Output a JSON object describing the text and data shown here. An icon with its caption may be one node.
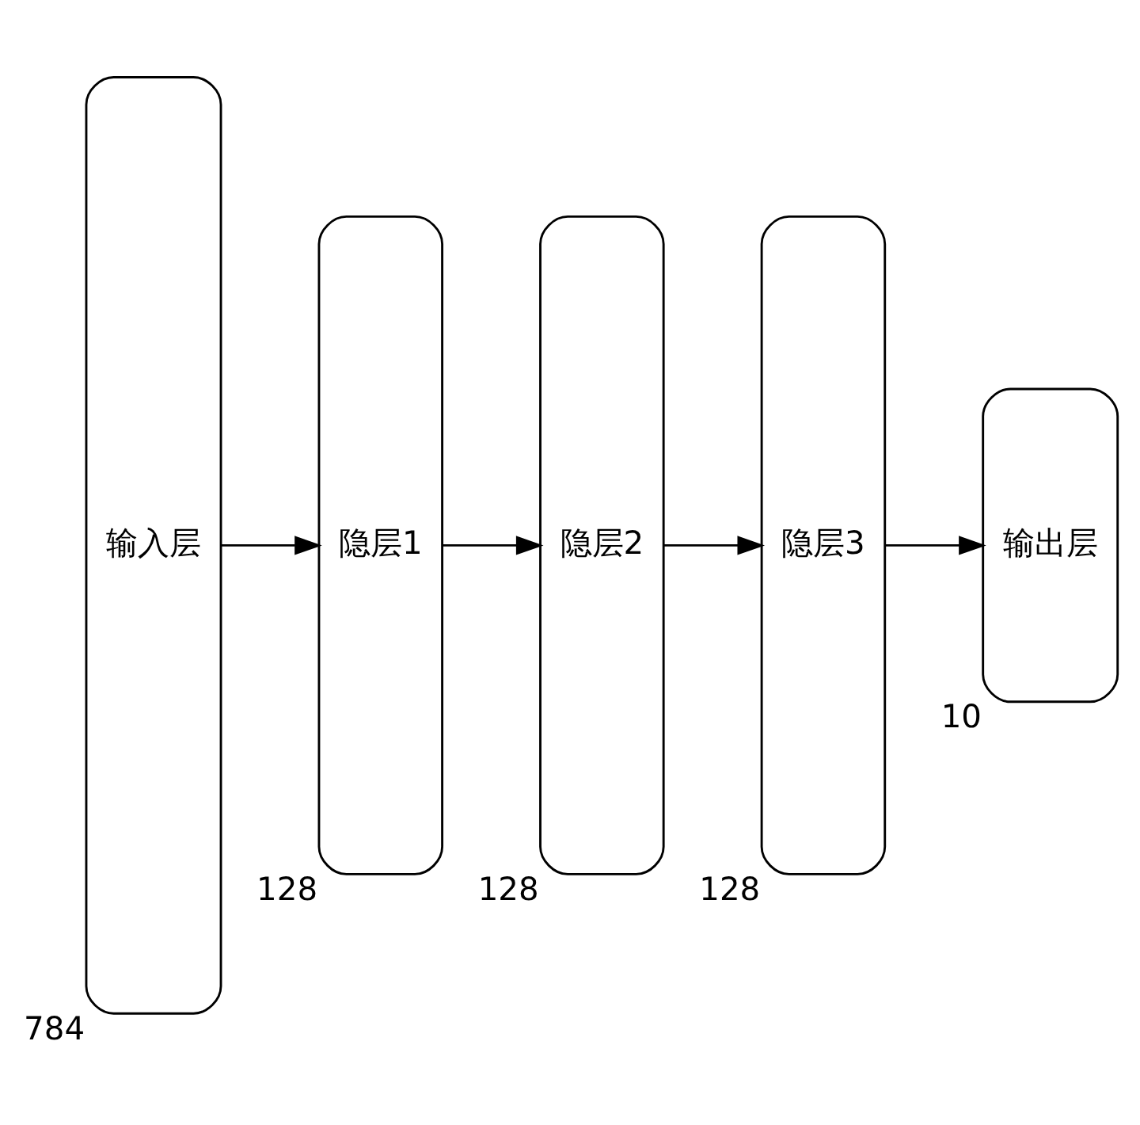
{
  "diagram": {
    "nodes": [
      {
        "text": [
          "输入层"
        ],
        "beside": [
          "784"
        ]
      },
      {
        "text": [
          "隐层1"
        ],
        "beside": [
          "128"
        ]
      },
      {
        "text": [
          "隐层2"
        ],
        "beside": [
          "128"
        ]
      },
      {
        "text": [
          "隐层3"
        ],
        "beside": [
          "128"
        ]
      },
      {
        "text": [
          "输出层"
        ],
        "beside": [
          "10"
        ]
      }
    ],
    "edges": [
      {
        "from": 0,
        "to": 1,
        "arrow": "to"
      },
      {
        "from": 1,
        "to": 2,
        "arrow": "to"
      },
      {
        "from": 2,
        "to": 3,
        "arrow": "to"
      },
      {
        "from": 3,
        "to": 4,
        "arrow": "to"
      }
    ]
  }
}
